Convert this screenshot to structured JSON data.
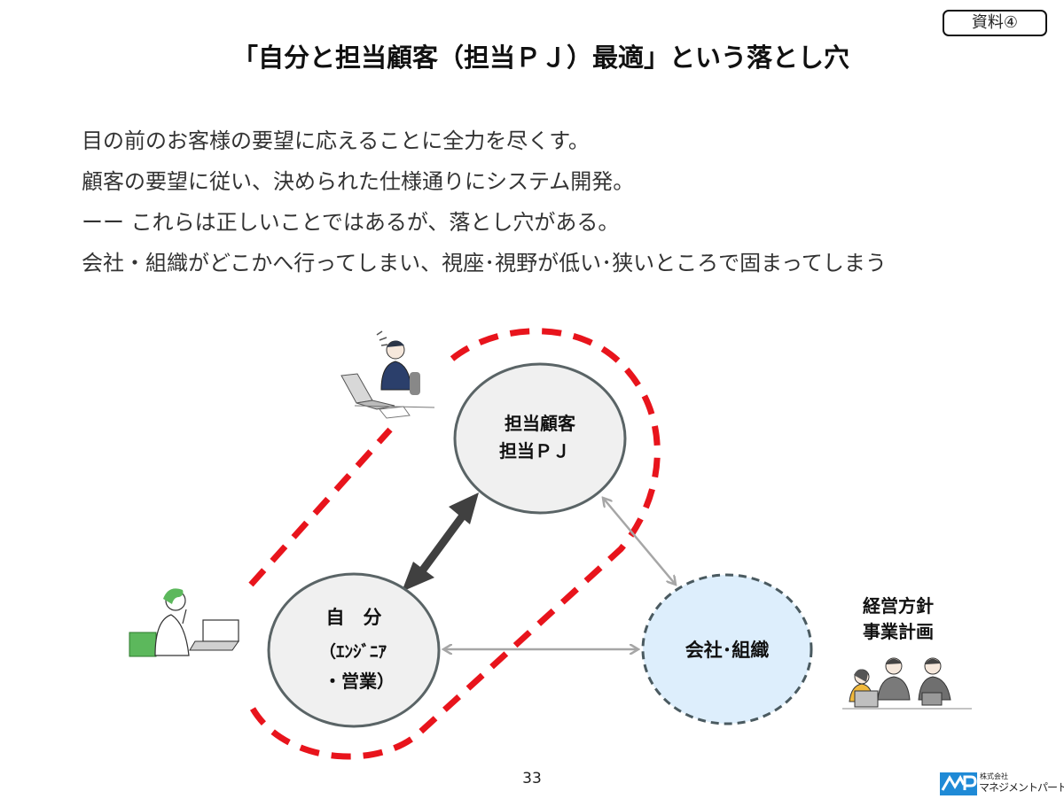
{
  "badge": {
    "label": "資料④"
  },
  "title": "「自分と担当顧客（担当ＰＪ）最適」という落とし穴",
  "body": {
    "lines": [
      "目の前のお客様の要望に応えることに全力を尽くす。",
      "顧客の要望に従い、決められた仕様通りにシステム開発。",
      "ーー これらは正しいことではあるが、落とし穴がある。",
      "会社・組織がどこかへ行ってしまい、視座･視野が低い･狭いところで固まってしまう"
    ]
  },
  "diagram": {
    "nodes": {
      "client": {
        "line1": "担当顧客",
        "line2": "担当ＰＪ",
        "fill": "#f0f0f0",
        "stroke": "#5a6466"
      },
      "self": {
        "line1": "自　分",
        "line2": "（ｴﾝｼﾞﾆｱ",
        "line3": "・営業）",
        "fill": "#f0f0f0",
        "stroke": "#5a6466"
      },
      "company": {
        "line1": "会社･組織",
        "fill": "#ddeefc",
        "stroke": "#4a5a60"
      }
    },
    "side_label": {
      "line1": "経営方針",
      "line2": "事業計画"
    },
    "trap_outline_color": "#e8141c",
    "strong_arrow_color": "#404040",
    "weak_arrow_color": "#a6a6a6",
    "illustrations": {
      "worried_man": "businessman-arms-crossed-at-laptop",
      "thinking_man": "man-thinking-at-laptop",
      "meeting": "three-people-meeting"
    }
  },
  "footer": {
    "page_number": "33",
    "logo_small": "株式会社",
    "logo_name": "マネジメントパートナー"
  }
}
